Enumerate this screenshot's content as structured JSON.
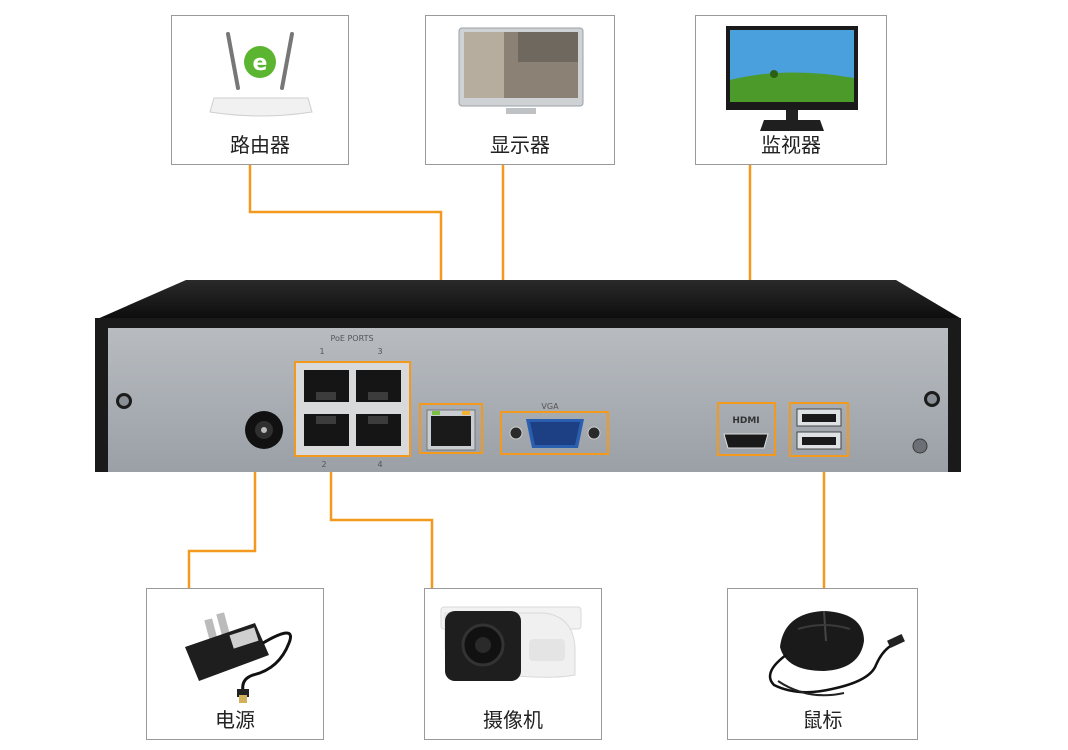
{
  "devices": {
    "router": {
      "label": "路由器",
      "icon": "router-icon"
    },
    "display": {
      "label": "显示器",
      "icon": "display-monitor-icon"
    },
    "monitor": {
      "label": "监视器",
      "icon": "monitor-icon"
    },
    "power": {
      "label": "电源",
      "icon": "power-adapter-icon"
    },
    "camera": {
      "label": "摄像机",
      "icon": "bullet-camera-icon"
    },
    "mouse": {
      "label": "鼠标",
      "icon": "usb-mouse-icon"
    }
  },
  "nvr": {
    "poe_label": "PoE PORTS",
    "port_numbers": [
      "1",
      "3",
      "2",
      "4"
    ],
    "vga_label": "VGA",
    "hdmi_label": "HDMI"
  },
  "colors": {
    "connector": "#f39a1e",
    "box_border": "#9a9a9a",
    "chassis_top": "#151515",
    "panel": "#a9adb2"
  }
}
